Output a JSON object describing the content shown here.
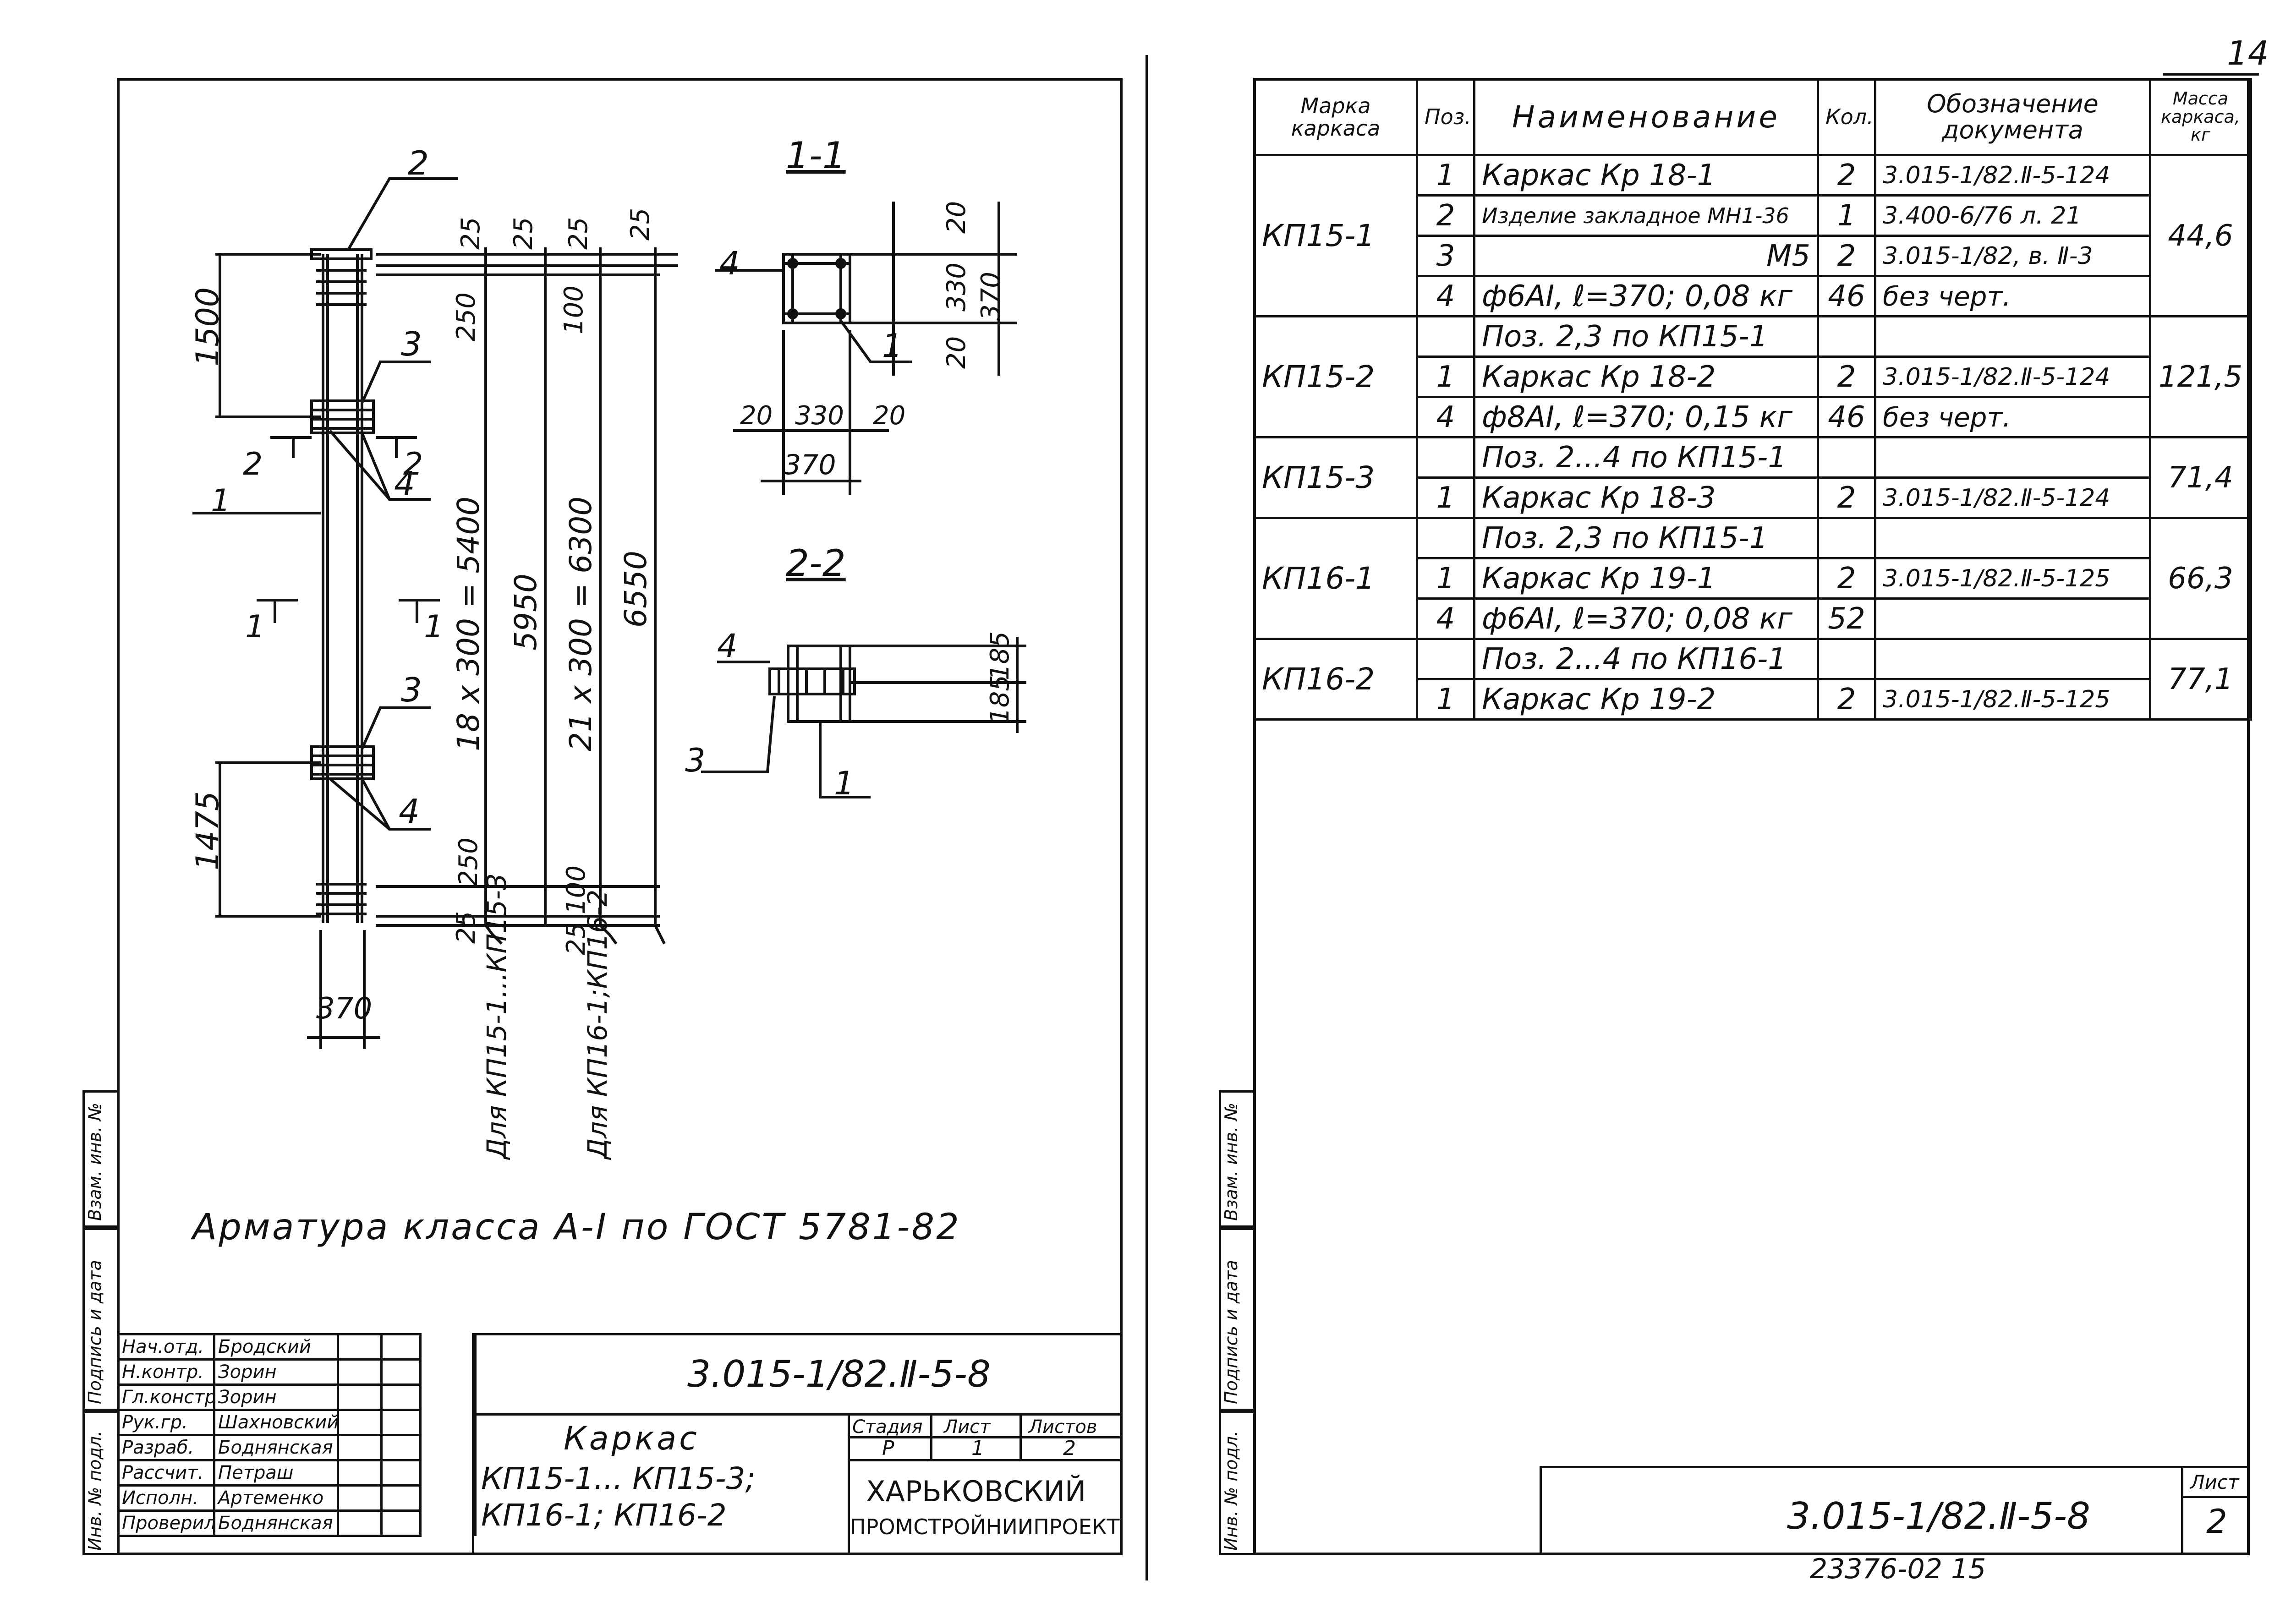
{
  "page_number_top": "14",
  "archive_number": "23376-02 15",
  "left_sheet": {
    "drawing_labels": {
      "pos_2_top": "2",
      "dim_1500": "1500",
      "dim_1475": "1475",
      "dim_370_bottom": "370",
      "pos_3_upper": "3",
      "pos_3_lower": "3",
      "pos_4_upper": "4",
      "pos_4_lower": "4",
      "section_2_left": "2",
      "section_2_right": "2",
      "section_1_left": "1",
      "section_1_right": "1",
      "section_1_line": "1",
      "dim_25_a": "25",
      "dim_25_b": "25",
      "dim_25_c": "25",
      "dim_25_d": "25",
      "dim_250_top": "250",
      "dim_100_top": "100",
      "dim_250_bottom": "250",
      "dim_25_bottom_a": "25",
      "dim_25100_bottom": "25 100",
      "dim_18x300": "18 x 300 = 5400",
      "dim_5950": "5950",
      "dim_21x300": "21 x 300 = 6300",
      "dim_6550": "6550",
      "note_kp15": "Для КП15-1...КП15-3",
      "note_kp16": "Для КП16-1;КП16-2"
    },
    "section_1_1": {
      "title": "1-1",
      "pos_4": "4",
      "pos_1": "1",
      "dim_20_top": "20",
      "dim_330_v": "330",
      "dim_370_v": "370",
      "dim_20_bottom": "20",
      "dim_20_left": "20",
      "dim_330_h": "330",
      "dim_20_right": "20",
      "dim_370_h": "370"
    },
    "section_2_2": {
      "title": "2-2",
      "pos_4": "4",
      "pos_3": "3",
      "pos_1": "1",
      "dim_185_a": "185",
      "dim_185_b": "185"
    },
    "note": "Арматура класса А-I по ГОСТ 5781-82",
    "side_labels": {
      "inv_podl": "Инв. № подл.",
      "podpis_data": "Подпись и дата",
      "vzam_inv": "Взам. инв. №"
    },
    "title_block": {
      "doc_code": "3.015-1/82.Ⅱ-5-8",
      "title_line1": "Каркас",
      "title_line2": "КП15-1... КП15-3;",
      "title_line3": "КП16-1; КП16-2",
      "stage_label": "Стадия",
      "sheet_label": "Лист",
      "sheets_label": "Листов",
      "stage_value": "Р",
      "sheet_value": "1",
      "sheets_value": "2",
      "org_line1": "ХАРЬКОВСКИЙ",
      "org_line2": "ПРОМСТРОЙНИИПРОЕКТ",
      "roles": [
        {
          "role": "Нач.отд.",
          "name": "Бродский"
        },
        {
          "role": "Н.контр.",
          "name": "Зорин"
        },
        {
          "role": "Гл.констр.",
          "name": "Зорин"
        },
        {
          "role": "Рук.гр.",
          "name": "Шахновский"
        },
        {
          "role": "Разраб.",
          "name": "Боднянская"
        },
        {
          "role": "Рассчит.",
          "name": "Петраш"
        },
        {
          "role": "Исполн.",
          "name": "Артеменко"
        },
        {
          "role": "Проверил",
          "name": "Боднянская"
        }
      ]
    }
  },
  "right_sheet": {
    "headers": {
      "marka": "Марка каркаса",
      "poz": "Поз.",
      "name": "Наименование",
      "qty": "Кол.",
      "doc": "Обозначение документа",
      "mass": "Масса каркаса, кг"
    },
    "groups": [
      {
        "marka": "КП15-1",
        "mass": "44,6",
        "rows": [
          {
            "poz": "1",
            "name": "Каркас Кр 18-1",
            "qty": "2",
            "doc": "3.015-1/82.Ⅱ-5-124"
          },
          {
            "poz": "2",
            "name": "Изделие закладное МН1-36",
            "qty": "1",
            "doc": "3.400-6/76 л. 21"
          },
          {
            "poz": "3",
            "name": "М5",
            "qty": "2",
            "doc": "3.015-1/82, в. Ⅱ-3"
          },
          {
            "poz": "4",
            "name": "ф6АI, ℓ=370; 0,08 кг",
            "qty": "46",
            "doc": "без черт."
          }
        ]
      },
      {
        "marka": "КП15-2",
        "mass": "121,5",
        "rows": [
          {
            "poz": "",
            "name": "Поз. 2,3 по КП15-1",
            "qty": "",
            "doc": ""
          },
          {
            "poz": "1",
            "name": "Каркас Кр 18-2",
            "qty": "2",
            "doc": "3.015-1/82.Ⅱ-5-124"
          },
          {
            "poz": "4",
            "name": "ф8АI, ℓ=370; 0,15 кг",
            "qty": "46",
            "doc": "без черт."
          }
        ]
      },
      {
        "marka": "КП15-3",
        "mass": "71,4",
        "rows": [
          {
            "poz": "",
            "name": "Поз. 2...4 по КП15-1",
            "qty": "",
            "doc": ""
          },
          {
            "poz": "1",
            "name": "Каркас Кр 18-3",
            "qty": "2",
            "doc": "3.015-1/82.Ⅱ-5-124"
          }
        ]
      },
      {
        "marka": "КП16-1",
        "mass": "66,3",
        "rows": [
          {
            "poz": "",
            "name": "Поз. 2,3 по КП15-1",
            "qty": "",
            "doc": ""
          },
          {
            "poz": "1",
            "name": "Каркас Кр 19-1",
            "qty": "2",
            "doc": "3.015-1/82.Ⅱ-5-125"
          },
          {
            "poz": "4",
            "name": "ф6АI, ℓ=370; 0,08 кг",
            "qty": "52",
            "doc": ""
          }
        ]
      },
      {
        "marka": "КП16-2",
        "mass": "77,1",
        "rows": [
          {
            "poz": "",
            "name": "Поз. 2...4 по КП16-1",
            "qty": "",
            "doc": ""
          },
          {
            "poz": "1",
            "name": "Каркас Кр 19-2",
            "qty": "2",
            "doc": "3.015-1/82.Ⅱ-5-125"
          }
        ]
      }
    ],
    "side_labels": {
      "inv_podl": "Инв. № подл.",
      "podpis_data": "Подпись и дата",
      "vzam_inv": "Взам. инв. №"
    },
    "title_block": {
      "doc_code": "3.015-1/82.Ⅱ-5-8",
      "sheet_label": "Лист",
      "sheet_value": "2"
    }
  }
}
